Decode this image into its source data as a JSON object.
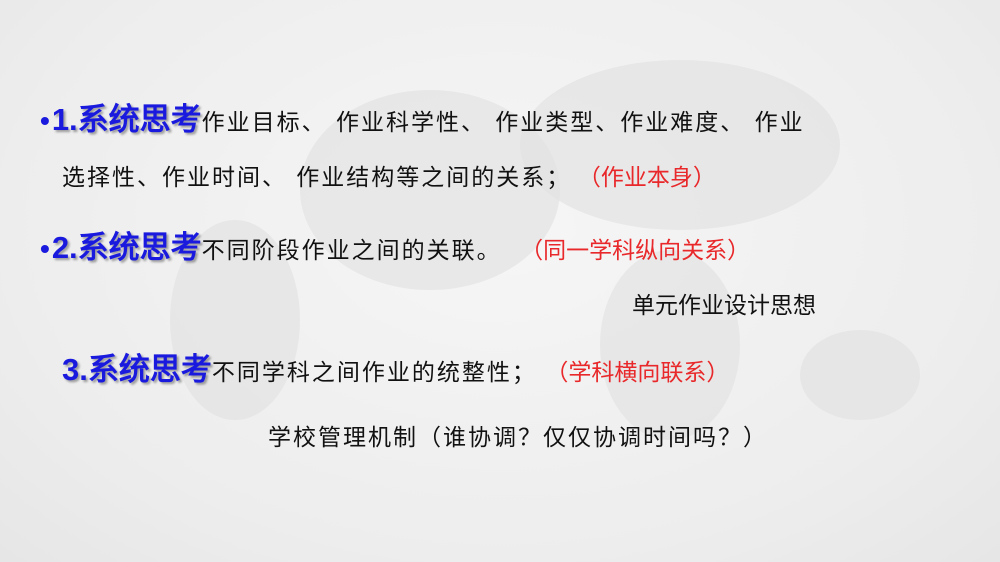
{
  "items": [
    {
      "bullet": "•",
      "head": "1.系统思考",
      "text": "作业目标、 作业科学性、 作业类型、作业难度、 作业",
      "cont": "选择性、作业时间、 作业结构等之间的关系；",
      "note": "（作业本身）"
    },
    {
      "bullet": "•",
      "head": "2.系统思考",
      "text": "不同阶段作业之间的关联。",
      "note": "（同一学科纵向关系）",
      "sub": "单元作业设计思想"
    },
    {
      "head": "3.系统思考",
      "text": "不同学科之间作业的统整性；",
      "note": "（学科横向联系）",
      "sub": "学校管理机制（谁协调？仅仅协调时间吗？）"
    }
  ]
}
